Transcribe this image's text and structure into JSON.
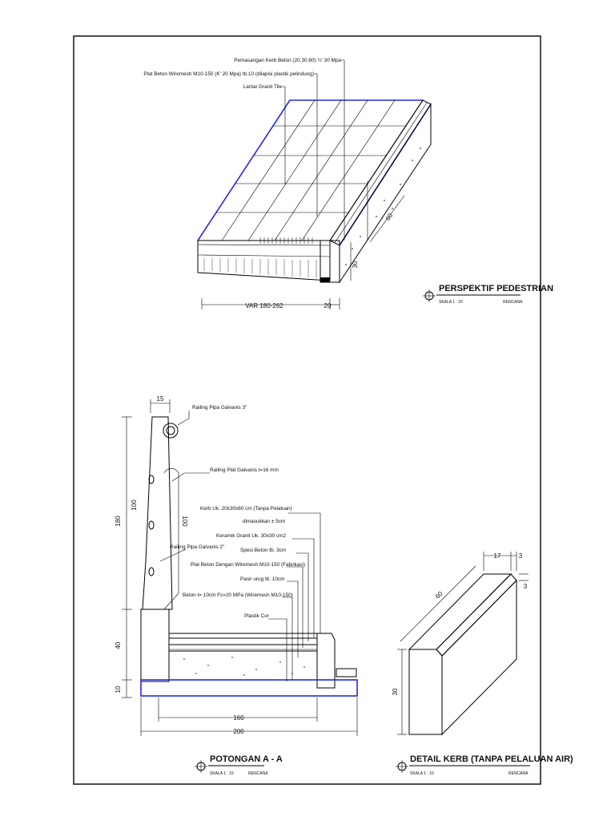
{
  "perspective": {
    "title": "PERSPEKTIF PEDESTRIAN",
    "scale": "SKALA 1 : 20",
    "status": "RENCANA",
    "labels": [
      "Pemasangan Kerb Beton (20.30.60) ½' 30 Mpa",
      "Plat Beton Wiremesh M10-150 (K' 20 Mpa) tb.10 (dilapisi plastik pelindung)",
      "Lantai Granit Tile"
    ],
    "dims": {
      "width": "VAR 180-262",
      "kerb": "20",
      "depth": "60",
      "height": "30"
    }
  },
  "section": {
    "title": "POTONGAN A - A",
    "scale": "SKALA 1 : 15",
    "status": "RENCANA",
    "labels": [
      "Railing Pipa Galvanis 3\"",
      "Railing Plat Galvanis t=16 mm",
      "Kerb Uk. 20x30x60 cm (Tanpa Pelaluan)",
      "dimasukkan ± 5cm",
      "Keramik Granit Uk. 30x30 cm2",
      "Spesi Beton tb. 3cm",
      "Railing Pipa Galvanis 2\"",
      "Plat Beton Dengan Wiremesh M10-150 (Fabrikasi)",
      "Pasir urug tb. 10cm",
      "Beton t= 10cm Fc=20 MPa (Wiremesh M10-150)",
      "Plastik Cor"
    ],
    "dims": {
      "top": "15",
      "h_total": "180",
      "h_rail": "100",
      "h_rail2": "100",
      "h_base": "40",
      "h_foot": "10",
      "w_inner": "160",
      "w_total": "200"
    }
  },
  "kerb_detail": {
    "title": "DETAIL KERB (TANPA PELALUAN AIR)",
    "scale": "SKALA 1 : 10",
    "status": "RENCANA",
    "dims": {
      "top_w": "17",
      "chamfer_a": "3",
      "chamfer_b": "3",
      "length": "60",
      "height": "30"
    }
  }
}
